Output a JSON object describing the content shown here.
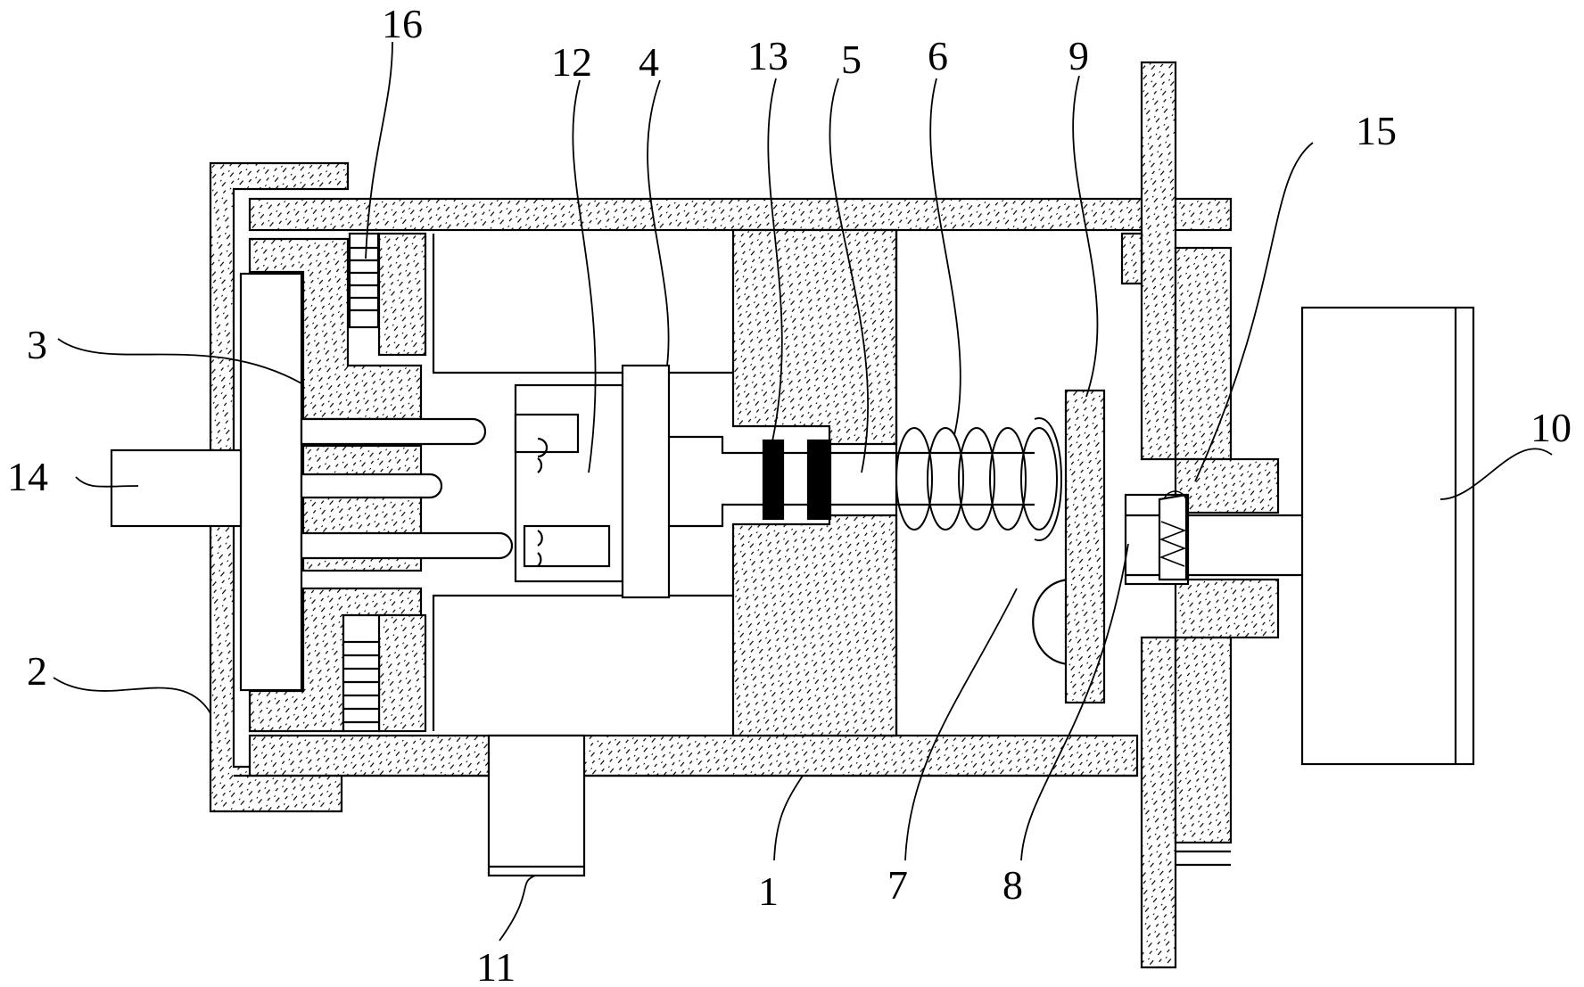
{
  "diagram": {
    "labels": {
      "l1": "1",
      "l2": "2",
      "l3": "3",
      "l4": "4",
      "l5": "5",
      "l6": "6",
      "l7": "7",
      "l8": "8",
      "l9": "9",
      "l10": "10",
      "l11": "11",
      "l12": "12",
      "l13": "13",
      "l14": "14",
      "l15": "15",
      "l16": "16"
    }
  }
}
